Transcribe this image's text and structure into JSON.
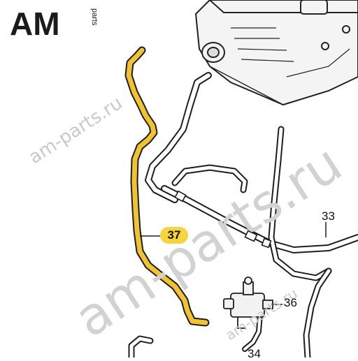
{
  "logo": {
    "main": "AM",
    "sub": "parts"
  },
  "watermark": {
    "big": "am-parts.ru",
    "small": "am-parts.ru"
  },
  "callouts": {
    "c37": "37",
    "c33": "33",
    "c36": "36",
    "c34": "34"
  },
  "colors": {
    "highlight": "#f1c232",
    "line": "#1e1e1e",
    "logo_blue": "#1c4e9d",
    "logo_dark": "#1b1b1b"
  }
}
